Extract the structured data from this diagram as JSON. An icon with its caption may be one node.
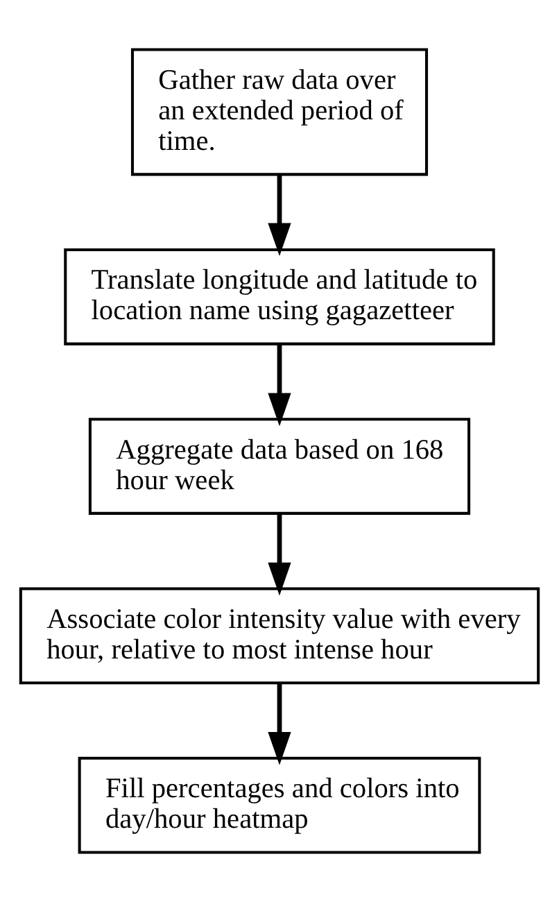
{
  "diagram": {
    "nodes": [
      {
        "text": [
          "Gather raw data over an extended period of time."
        ]
      },
      {
        "text": [
          "Translate longitude and latitude to location name using gagazetteer"
        ]
      },
      {
        "text": [
          "Aggregate data based on 168 hour week"
        ]
      },
      {
        "text": [
          "Associate color intensity value with every hour, relative to most intense hour"
        ]
      },
      {
        "text": [
          "Fill percentages and colors into day/hour heatmap"
        ]
      }
    ],
    "edges": [
      {
        "from": 0,
        "to": 1,
        "arrow": "to"
      },
      {
        "from": 1,
        "to": 2,
        "arrow": "to"
      },
      {
        "from": 2,
        "to": 3,
        "arrow": "to"
      },
      {
        "from": 3,
        "to": 4,
        "arrow": "to"
      }
    ]
  }
}
